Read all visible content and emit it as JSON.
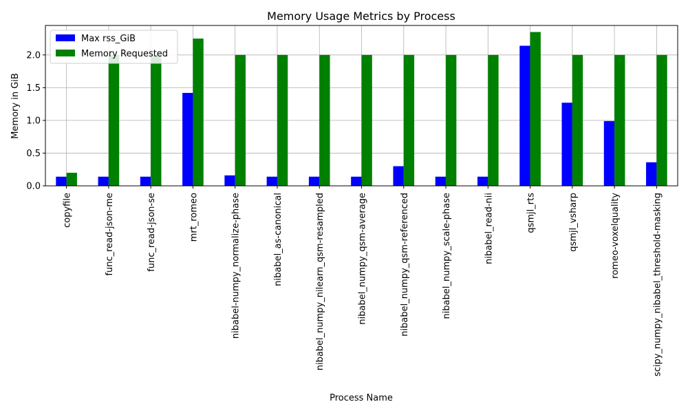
{
  "chart_data": {
    "type": "bar",
    "title": "Memory Usage Metrics by Process",
    "xlabel": "Process Name",
    "ylabel": "Memory in GiB",
    "ylim": [
      0,
      2.45
    ],
    "yticks": [
      0.0,
      0.5,
      1.0,
      1.5,
      2.0
    ],
    "ytick_labels": [
      "0.0",
      "0.5",
      "1.0",
      "1.5",
      "2.0"
    ],
    "grid": true,
    "legend_position": "top-left",
    "categories": [
      "copyfile",
      "func_read-json-me",
      "func_read-json-se",
      "mrt_romeo",
      "nibabel-numpy_normalize-phase",
      "nibabel_as-canonical",
      "nibabel_numpy_nilearn_qsm-resampled",
      "nibabel_numpy_qsm-average",
      "nibabel_numpy_qsm-referenced",
      "nibabel_numpy_scale-phase",
      "nibabel_read-nii",
      "qsmjl_rts",
      "qsmjl_vsharp",
      "romeo-voxelquality",
      "scipy_numpy_nibabel_threshold-masking"
    ],
    "series": [
      {
        "name": "Max rss_GiB",
        "color": "#0000ff",
        "values": [
          0.14,
          0.14,
          0.14,
          1.42,
          0.16,
          0.14,
          0.14,
          0.14,
          0.3,
          0.14,
          0.14,
          2.14,
          1.27,
          0.99,
          0.36
        ]
      },
      {
        "name": "Memory Requested",
        "color": "#008000",
        "values": [
          0.2,
          2.0,
          2.0,
          2.25,
          2.0,
          2.0,
          2.0,
          2.0,
          2.0,
          2.0,
          2.0,
          2.35,
          2.0,
          2.0,
          2.0
        ]
      }
    ]
  }
}
